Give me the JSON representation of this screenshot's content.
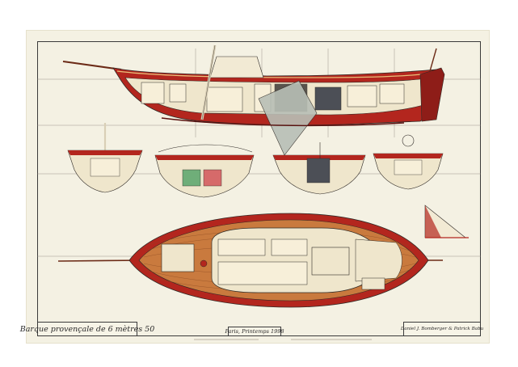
{
  "drawing": {
    "title": "Barque provençale de 6 mètres 50",
    "place_date": "Paris, Printemps 1998",
    "authors": "Daniel J. Bomberger & Patrick Babu"
  },
  "colors": {
    "paper": "#f4f1e3",
    "hull_red": "#b3261e",
    "deck_wood": "#c97a3e",
    "cabin_cream": "#efe6cc",
    "line": "#2f2a26"
  }
}
